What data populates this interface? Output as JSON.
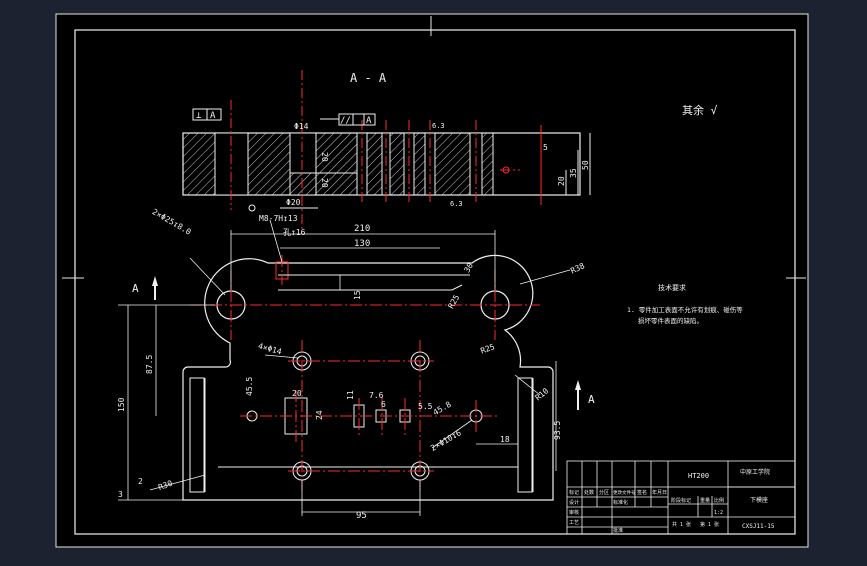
{
  "drawing": {
    "section_title": "A - A",
    "view_label_left": "A",
    "view_label_right": "A",
    "rest_mark": "其余 √",
    "tech_req_title": "技术要求",
    "tech_req_line1": "1. 零件加工表面不允许有划痕、碰伤等",
    "tech_req_line2": "损坏零件表面的缺陷。"
  },
  "section_dims": {
    "gdt_perp": "⊥",
    "gdt_perp_ref": "A",
    "gdt_parallel": "//",
    "gdt_parallel_ref": "A",
    "phi14": "Φ14",
    "d20a": "20",
    "d20b": "20",
    "phi20": "Φ20",
    "d5a": "5",
    "d50": "50",
    "d35": "35",
    "d20c": "20",
    "rough1": "6.3",
    "rough2": "6.3"
  },
  "plan_dims": {
    "thread": "M8-7H↧13",
    "hole": "孔↧16",
    "d210": "210",
    "d130": "130",
    "d30": "30",
    "r38": "R38",
    "holes2": "2×Φ25↧8.0",
    "d15": "15",
    "r25a": "R25",
    "r25b": "R25",
    "d4phi14": "4×Φ14",
    "d87_5": "87.5",
    "d150": "150",
    "d45_5": "45.5",
    "d20": "20",
    "d24": "24",
    "d11": "11",
    "d7_6": "7.6",
    "d6": "6",
    "d5_5": "5.5",
    "d45_8": "45.8",
    "d2phi10": "2×Φ10↧6",
    "r10": "R10",
    "d18": "18",
    "d93_5": "93.5",
    "r30": "R30",
    "d95": "95",
    "d3": "3",
    "d2": "2"
  },
  "title_block": {
    "material": "HT200",
    "school": "中原工学院",
    "part_name": "下模座",
    "drawing_no": "CXSJ11-15",
    "h_mark": "标记",
    "h_count": "处数",
    "h_zone": "分区",
    "h_doc": "更改文件号",
    "h_sign": "签名",
    "h_date": "年月日",
    "design": "设计",
    "std": "标准化",
    "check": "审核",
    "craft": "工艺",
    "approve": "批准",
    "stage_mark": "阶段标记",
    "weight": "重量",
    "scale": "比例",
    "scale_val": "1:2",
    "sheets": "共 1 张",
    "sheet_no": "第 1 张"
  }
}
